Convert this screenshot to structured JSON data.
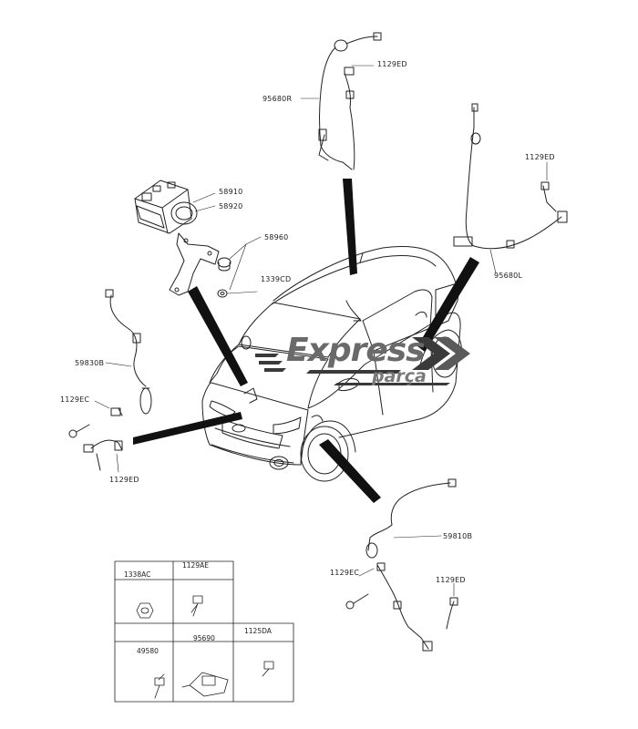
{
  "brand": {
    "name": "Express",
    "sub": "parça"
  },
  "callouts": {
    "c95680R": "95680R",
    "c1129ED_top": "1129ED",
    "c1129ED_right": "1129ED",
    "c95680L": "95680L",
    "c58910": "58910",
    "c58920": "58920",
    "c58960": "58960",
    "c1339CD": "1339CD",
    "c59830B": "59830B",
    "c1129EC_left": "1129EC",
    "c1129ED_left": "1129ED",
    "c59810B": "59810B",
    "c1129EC_bottom": "1129EC",
    "c1129ED_bottom": "1129ED"
  },
  "parts_table": {
    "row1": [
      "1338AC",
      "1129AE"
    ],
    "row2": [
      "49580",
      "95690",
      "1125DA"
    ]
  },
  "colors": {
    "line": "#222222",
    "arrow": "#111111",
    "logo_gray": "#6a6a6a"
  }
}
